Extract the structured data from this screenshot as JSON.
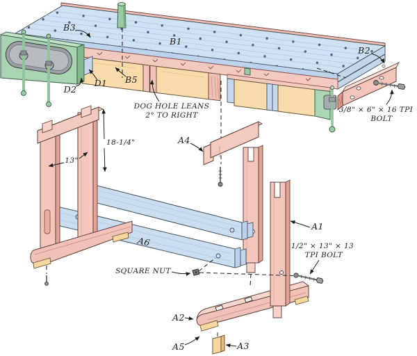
{
  "diagram_title": "Workbench exploded-view construction diagram",
  "labels": {
    "b1": "B1",
    "b2": "B2",
    "b3": "B3",
    "b5": "B5",
    "d1": "D1",
    "d2": "D2",
    "a1": "A1",
    "a2": "A2",
    "a3": "A3",
    "a4": "A4",
    "a5": "A5",
    "a6": "A6"
  },
  "notes": {
    "dog_hole_line1": "DOG HOLE LEANS",
    "dog_hole_line2": "2° TO RIGHT",
    "bolt_b_line1": "3/8\" × 6\" × 16 TPI",
    "bolt_b_line2": "BOLT",
    "bolt_a_line1": "1/2\" × 13\" × 13",
    "bolt_a_line2": "TPI BOLT",
    "square_nut": "SQUARE NUT"
  },
  "dimensions": {
    "frame_height": "18-1/4\"",
    "frame_width": "13\""
  },
  "colors": {
    "top_blue": "#cfe1f2",
    "stretcher_blue": "#cadef2",
    "rail_pink": "#f4c9c0",
    "pink_shade": "#e5a89c",
    "apron_tan": "#f8dcab",
    "pad_tan": "#f6d79f",
    "vise_green": "#a9d4b2",
    "hardware_gray": "#9ba0a5",
    "line_ink": "#333333"
  }
}
